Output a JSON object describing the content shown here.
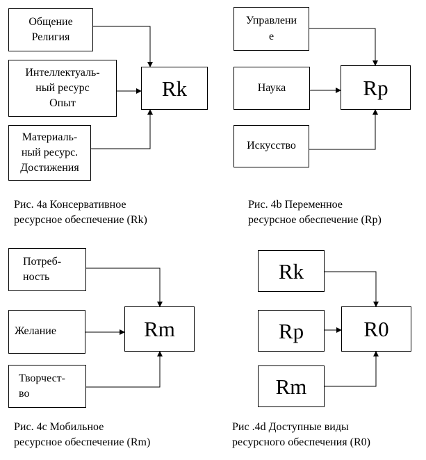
{
  "panel_a": {
    "inputs": [
      "Общение\nРелигия",
      "Интеллектуаль-\nный ресурс\nОпыт",
      "Материаль-\nный ресурс.\nДостижения"
    ],
    "target": "Rk",
    "caption": "Рис. 4а Консервативное\nресурсное обеспечение (Rk)"
  },
  "panel_b": {
    "inputs": [
      "Управлени\nе",
      "Наука",
      "Искусство"
    ],
    "target": "Rp",
    "caption": "Рис. 4b Переменное\nресурсное обеспечение (Rp)"
  },
  "panel_c": {
    "inputs": [
      "Потреб-\nность",
      "Желание",
      "Творчест-\nво"
    ],
    "target": "Rm",
    "caption": "Рис. 4c Мобильное\nресурсное обеспечение (Rm)"
  },
  "panel_d": {
    "inputs": [
      "Rk",
      "Rp",
      "Rm"
    ],
    "target": "R0",
    "caption": "Рис .4d Доступные виды\nресурсного обеспечения (R0)"
  }
}
